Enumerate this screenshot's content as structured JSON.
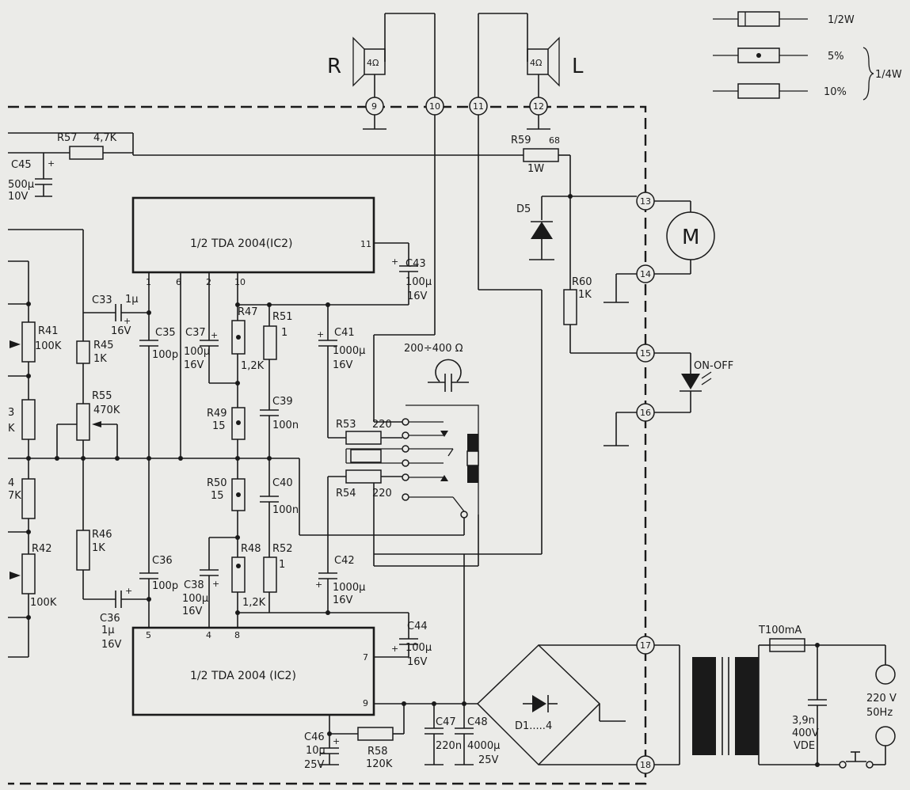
{
  "terminals": [
    "9",
    "10",
    "11",
    "12",
    "13",
    "14",
    "15",
    "16",
    "17",
    "18"
  ],
  "speakers": {
    "right_label": "R",
    "left_label": "L",
    "impedance": "4Ω"
  },
  "motor_label": "M",
  "ic": {
    "top_label": "1/2  TDA 2004(IC2)",
    "bottom_label": "1/2  TDA 2004 (IC2)",
    "top_pins": [
      "1",
      "6",
      "2",
      "10",
      "11"
    ],
    "bottom_pins": [
      "5",
      "4",
      "8",
      "7",
      "9"
    ]
  },
  "legend": {
    "half_watt": "1/2W",
    "five_percent": "5%",
    "ten_percent": "10%",
    "quarter_watt": "1/4W"
  },
  "resistors": {
    "r57": "R57",
    "r57_val": "4,7K",
    "r59": "R59",
    "r59_val": "68",
    "r59_power": "1W",
    "r60": "R60",
    "r60_val": "1K",
    "r41": "R41",
    "r41_val": "100K",
    "r45": "R45",
    "r45_val": "1K",
    "r55": "R55",
    "r55_val": "470K",
    "r47": "R47",
    "r47_val": "1,2K",
    "r51": "R51",
    "r51_val": "1",
    "r49": "R49",
    "r49_val": "15",
    "r50": "R50",
    "r50_val": "15",
    "r53": "R53",
    "r53_val": "220",
    "r54": "R54",
    "r54_val": "220",
    "r46": "R46",
    "r46_val": "1K",
    "r42": "R42",
    "r42_val": "100K",
    "r48": "R48",
    "r48_val": "1,2K",
    "r52": "R52",
    "r52_val": "1",
    "r58": "R58",
    "r58_val": "120K",
    "r43_partial": "3",
    "r43_partial_val": "K",
    "r44_partial": "4",
    "r44_partial_val": "7K"
  },
  "capacitors": {
    "c45": "C45",
    "c45_val": "500µ",
    "c45_v": "10V",
    "c43": "C43",
    "c43_val": "100µ",
    "c43_v": "16V",
    "c33": "C33",
    "c33_val": "1µ",
    "c33_v": "16V",
    "c35": "C35",
    "c35_val": "100p",
    "c37": "C37",
    "c37_val": "100µ",
    "c37_v": "16V",
    "c41": "C41",
    "c41_val": "1000µ",
    "c41_v": "16V",
    "c39": "C39",
    "c39_val": "100n",
    "c40": "C40",
    "c40_val": "100n",
    "c36a": "C36",
    "c36a_val": "100p",
    "c38": "C38",
    "c38_val": "100µ",
    "c38_v": "16V",
    "c42": "C42",
    "c42_val": "1000µ",
    "c42_v": "16V",
    "c36b": "C36",
    "c36b_val": "1µ",
    "c36b_v": "16V",
    "c44": "C44",
    "c44_val": "100µ",
    "c44_v": "16V",
    "c46": "C46",
    "c46_val": "10µ",
    "c46_v": "25V",
    "c47": "C47",
    "c47_val": "220n",
    "c48": "C48",
    "c48_val": "4000µ",
    "c48_v": "25V",
    "cx": "3,9n",
    "cx_v": "400V",
    "cx_vde": "VDE"
  },
  "diodes": {
    "d5": "D5",
    "bridge": "D1.....4",
    "led_label": "ON-OFF"
  },
  "headphone_label": "200÷400 Ω",
  "fuse_label": "T100mA",
  "mains": {
    "voltage": "220 V",
    "freq": "50Hz"
  }
}
